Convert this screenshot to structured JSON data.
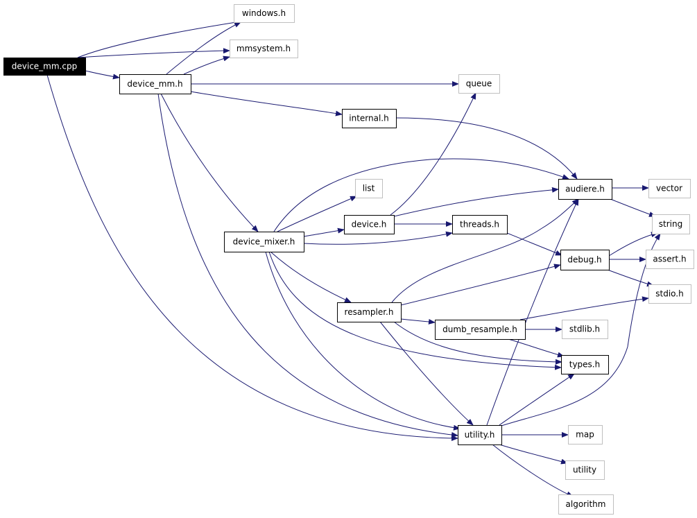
{
  "diagram": {
    "colors": {
      "edge": "#191970",
      "external_border": "#bfbfbf",
      "internal_border": "#000000",
      "root_fill": "#000000",
      "root_text": "#ffffff",
      "text": "#000000"
    },
    "nodes": [
      {
        "id": "device_mm_cpp",
        "label": "device_mm.cpp",
        "kind": "root"
      },
      {
        "id": "windows_h",
        "label": "windows.h",
        "kind": "external"
      },
      {
        "id": "mmsystem_h",
        "label": "mmsystem.h",
        "kind": "external"
      },
      {
        "id": "device_mm_h",
        "label": "device_mm.h",
        "kind": "internal"
      },
      {
        "id": "queue",
        "label": "queue",
        "kind": "external"
      },
      {
        "id": "internal_h",
        "label": "internal.h",
        "kind": "internal"
      },
      {
        "id": "audiere_h",
        "label": "audiere.h",
        "kind": "internal"
      },
      {
        "id": "vector",
        "label": "vector",
        "kind": "external"
      },
      {
        "id": "list",
        "label": "list",
        "kind": "external"
      },
      {
        "id": "string",
        "label": "string",
        "kind": "external"
      },
      {
        "id": "device_mixer_h",
        "label": "device_mixer.h",
        "kind": "internal"
      },
      {
        "id": "device_h",
        "label": "device.h",
        "kind": "internal"
      },
      {
        "id": "threads_h",
        "label": "threads.h",
        "kind": "internal"
      },
      {
        "id": "debug_h",
        "label": "debug.h",
        "kind": "internal"
      },
      {
        "id": "assert_h",
        "label": "assert.h",
        "kind": "external"
      },
      {
        "id": "stdio_h",
        "label": "stdio.h",
        "kind": "external"
      },
      {
        "id": "resampler_h",
        "label": "resampler.h",
        "kind": "internal"
      },
      {
        "id": "dumb_resample_h",
        "label": "dumb_resample.h",
        "kind": "internal"
      },
      {
        "id": "stdlib_h",
        "label": "stdlib.h",
        "kind": "external"
      },
      {
        "id": "types_h",
        "label": "types.h",
        "kind": "internal"
      },
      {
        "id": "utility_h",
        "label": "utility.h",
        "kind": "internal"
      },
      {
        "id": "map",
        "label": "map",
        "kind": "external"
      },
      {
        "id": "utility",
        "label": "utility",
        "kind": "external"
      },
      {
        "id": "algorithm",
        "label": "algorithm",
        "kind": "external"
      }
    ],
    "edges": [
      {
        "from": "device_mm_cpp",
        "to": "windows_h"
      },
      {
        "from": "device_mm_cpp",
        "to": "mmsystem_h"
      },
      {
        "from": "device_mm_cpp",
        "to": "device_mm_h"
      },
      {
        "from": "device_mm_cpp",
        "to": "utility_h"
      },
      {
        "from": "device_mm_h",
        "to": "windows_h"
      },
      {
        "from": "device_mm_h",
        "to": "mmsystem_h"
      },
      {
        "from": "device_mm_h",
        "to": "queue"
      },
      {
        "from": "device_mm_h",
        "to": "internal_h"
      },
      {
        "from": "device_mm_h",
        "to": "device_mixer_h"
      },
      {
        "from": "device_mm_h",
        "to": "utility_h"
      },
      {
        "from": "internal_h",
        "to": "audiere_h"
      },
      {
        "from": "audiere_h",
        "to": "vector"
      },
      {
        "from": "audiere_h",
        "to": "string"
      },
      {
        "from": "device_mixer_h",
        "to": "audiere_h"
      },
      {
        "from": "device_mixer_h",
        "to": "list"
      },
      {
        "from": "device_mixer_h",
        "to": "device_h"
      },
      {
        "from": "device_mixer_h",
        "to": "threads_h"
      },
      {
        "from": "device_mixer_h",
        "to": "resampler_h"
      },
      {
        "from": "device_mixer_h",
        "to": "types_h"
      },
      {
        "from": "device_mixer_h",
        "to": "utility_h"
      },
      {
        "from": "device_h",
        "to": "queue"
      },
      {
        "from": "device_h",
        "to": "audiere_h"
      },
      {
        "from": "device_h",
        "to": "threads_h"
      },
      {
        "from": "threads_h",
        "to": "debug_h"
      },
      {
        "from": "debug_h",
        "to": "string"
      },
      {
        "from": "debug_h",
        "to": "assert_h"
      },
      {
        "from": "debug_h",
        "to": "stdio_h"
      },
      {
        "from": "resampler_h",
        "to": "audiere_h"
      },
      {
        "from": "resampler_h",
        "to": "debug_h"
      },
      {
        "from": "resampler_h",
        "to": "dumb_resample_h"
      },
      {
        "from": "resampler_h",
        "to": "types_h"
      },
      {
        "from": "resampler_h",
        "to": "utility_h"
      },
      {
        "from": "dumb_resample_h",
        "to": "stdio_h"
      },
      {
        "from": "dumb_resample_h",
        "to": "stdlib_h"
      },
      {
        "from": "dumb_resample_h",
        "to": "types_h"
      },
      {
        "from": "utility_h",
        "to": "audiere_h"
      },
      {
        "from": "utility_h",
        "to": "types_h"
      },
      {
        "from": "utility_h",
        "to": "string"
      },
      {
        "from": "utility_h",
        "to": "map"
      },
      {
        "from": "utility_h",
        "to": "utility"
      },
      {
        "from": "utility_h",
        "to": "algorithm"
      }
    ]
  }
}
